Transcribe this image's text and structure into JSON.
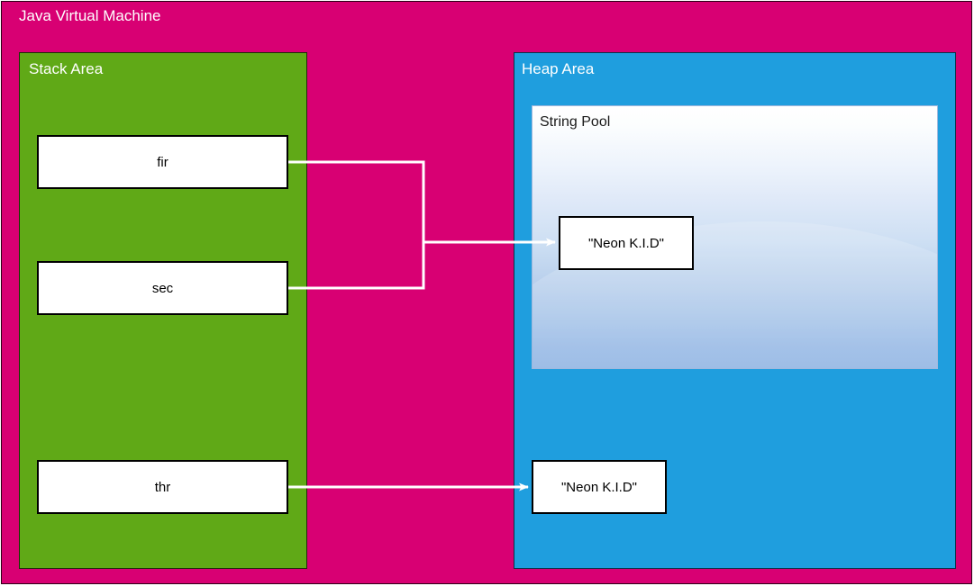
{
  "diagram": {
    "title": "Java Virtual Machine",
    "background_color": "#d80073"
  },
  "stack_area": {
    "label": "Stack Area",
    "color": "#60a917",
    "variables": [
      {
        "name": "fir",
        "label": "fir"
      },
      {
        "name": "sec",
        "label": "sec"
      },
      {
        "name": "thr",
        "label": "thr"
      }
    ]
  },
  "heap_area": {
    "label": "Heap Area",
    "color": "#1f9ede",
    "string_pool": {
      "label": "String Pool",
      "objects": [
        {
          "label": "\"Neon K.I.D\""
        }
      ]
    },
    "objects": [
      {
        "label": "\"Neon K.I.D\""
      }
    ]
  },
  "connectors": {
    "arrow_color": "#ffffff",
    "edges": [
      {
        "from": "fir",
        "to": "string-pool-object",
        "style": "orthogonal-merge"
      },
      {
        "from": "sec",
        "to": "string-pool-object",
        "style": "orthogonal-merge"
      },
      {
        "from": "thr",
        "to": "heap-object",
        "style": "straight"
      }
    ]
  }
}
